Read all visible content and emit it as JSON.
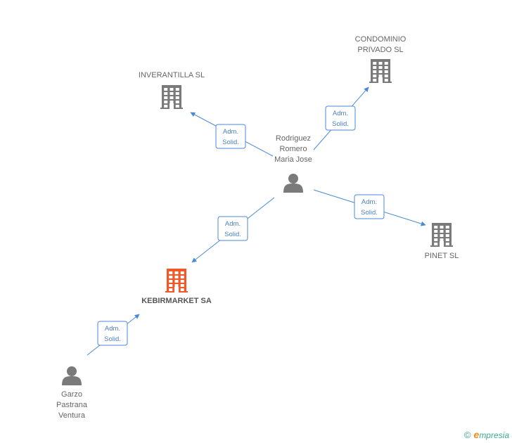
{
  "colors": {
    "edge": "#4a89d8",
    "badge_border": "#4a89d8",
    "badge_text": "#4a7fc1",
    "icon_gray": "#7a7a7a",
    "icon_highlight": "#f05a28",
    "label": "#666666"
  },
  "nodes": [
    {
      "id": "inverantilla",
      "type": "company",
      "icon": "building-icon",
      "lines": [
        "INVERANTILLA SL"
      ],
      "highlight": false
    },
    {
      "id": "condominio",
      "type": "company",
      "icon": "building-icon",
      "lines": [
        "CONDOMINIO",
        "PRIVADO  SL"
      ],
      "highlight": false
    },
    {
      "id": "rodriguez",
      "type": "person",
      "icon": "person-icon",
      "lines": [
        "Rodriguez",
        "Romero",
        "Maria Jose"
      ],
      "highlight": false
    },
    {
      "id": "pinet",
      "type": "company",
      "icon": "building-icon",
      "lines": [
        "PINET SL"
      ],
      "highlight": false
    },
    {
      "id": "kebirmarket",
      "type": "company",
      "icon": "building-icon",
      "lines": [
        "KEBIRMARKET SA"
      ],
      "highlight": true
    },
    {
      "id": "garzo",
      "type": "person",
      "icon": "person-icon",
      "lines": [
        "Garzo",
        "Pastrana",
        "Ventura"
      ],
      "highlight": false
    }
  ],
  "edges": [
    {
      "from": "rodriguez",
      "to": "inverantilla",
      "label": [
        "Adm.",
        "Solid."
      ]
    },
    {
      "from": "rodriguez",
      "to": "condominio",
      "label": [
        "Adm.",
        "Solid."
      ]
    },
    {
      "from": "rodriguez",
      "to": "pinet",
      "label": [
        "Adm.",
        "Solid."
      ]
    },
    {
      "from": "rodriguez",
      "to": "kebirmarket",
      "label": [
        "Adm.",
        "Solid."
      ]
    },
    {
      "from": "garzo",
      "to": "kebirmarket",
      "label": [
        "Adm.",
        "Solid."
      ]
    }
  ],
  "footer": {
    "copyright": "©",
    "brand_initial": "e",
    "brand_rest": "mpresia"
  }
}
